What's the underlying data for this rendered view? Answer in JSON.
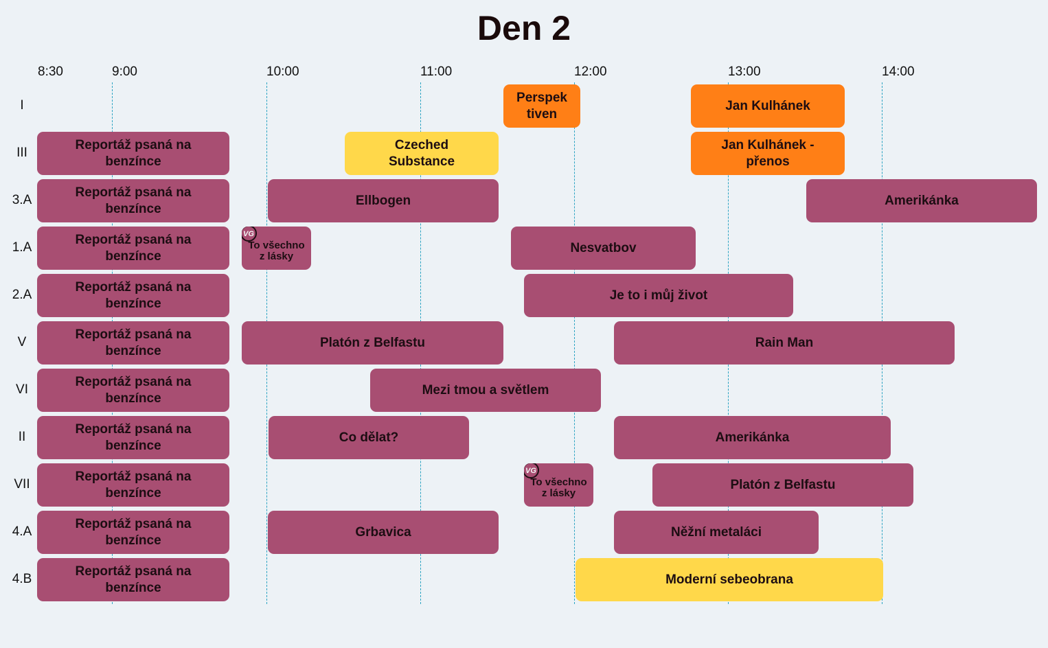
{
  "title": "Den 2",
  "time_labels": [
    "8:30",
    "9:00",
    "10:00",
    "11:00",
    "12:00",
    "13:00",
    "14:00"
  ],
  "rooms": [
    "I",
    "III",
    "3.A",
    "1.A",
    "2.A",
    "V",
    "VI",
    "II",
    "VII",
    "4.A",
    "4.B"
  ],
  "colors": {
    "background": "#edf2f6",
    "gridline": "#2aa3c2",
    "plum": "#a84e72",
    "yellow": "#ffd84a",
    "orange": "#ff7f16"
  },
  "events": [
    {
      "room": "I",
      "title": "Perspek\ntiven",
      "color": "orange"
    },
    {
      "room": "I",
      "title": "Jan Kulhánek",
      "color": "orange"
    },
    {
      "room": "III",
      "title": "Reportáž psaná na\nbenzínce",
      "color": "plum"
    },
    {
      "room": "III",
      "title": "Czeched\nSubstance",
      "color": "yellow"
    },
    {
      "room": "III",
      "title": "Jan Kulhánek -\npřenos",
      "color": "orange"
    },
    {
      "room": "3.A",
      "title": "Reportáž psaná na\nbenzínce",
      "color": "plum"
    },
    {
      "room": "3.A",
      "title": "Ellbogen",
      "color": "plum"
    },
    {
      "room": "3.A",
      "title": "Amerikánka",
      "color": "plum"
    },
    {
      "room": "1.A",
      "title": "Reportáž psaná na\nbenzínce",
      "color": "plum"
    },
    {
      "room": "1.A",
      "title": "To všechno\nz lásky",
      "color": "plum",
      "icon": "vg-logo-icon"
    },
    {
      "room": "1.A",
      "title": "Nesvatbov",
      "color": "plum"
    },
    {
      "room": "2.A",
      "title": "Reportáž psaná na\nbenzínce",
      "color": "plum"
    },
    {
      "room": "2.A",
      "title": "Je to i můj život",
      "color": "plum"
    },
    {
      "room": "V",
      "title": "Reportáž psaná na\nbenzínce",
      "color": "plum"
    },
    {
      "room": "V",
      "title": "Platón z Belfastu",
      "color": "plum"
    },
    {
      "room": "V",
      "title": "Rain Man",
      "color": "plum"
    },
    {
      "room": "VI",
      "title": "Reportáž psaná na\nbenzínce",
      "color": "plum"
    },
    {
      "room": "VI",
      "title": "Mezi tmou a světlem",
      "color": "plum"
    },
    {
      "room": "II",
      "title": "Reportáž psaná na\nbenzínce",
      "color": "plum"
    },
    {
      "room": "II",
      "title": "Co dělat?",
      "color": "plum"
    },
    {
      "room": "II",
      "title": "Amerikánka",
      "color": "plum"
    },
    {
      "room": "VII",
      "title": "Reportáž psaná na\nbenzínce",
      "color": "plum"
    },
    {
      "room": "VII",
      "title": "To všechno\nz lásky",
      "color": "plum",
      "icon": "vg-logo-icon"
    },
    {
      "room": "VII",
      "title": "Platón z Belfastu",
      "color": "plum"
    },
    {
      "room": "4.A",
      "title": "Reportáž psaná na\nbenzínce",
      "color": "plum"
    },
    {
      "room": "4.A",
      "title": "Grbavica",
      "color": "plum"
    },
    {
      "room": "4.A",
      "title": "Něžní metaláci",
      "color": "plum"
    },
    {
      "room": "4.B",
      "title": "Reportáž psaná na\nbenzínce",
      "color": "plum"
    },
    {
      "room": "4.B",
      "title": "Moderní sebeobrana",
      "color": "yellow"
    }
  ]
}
